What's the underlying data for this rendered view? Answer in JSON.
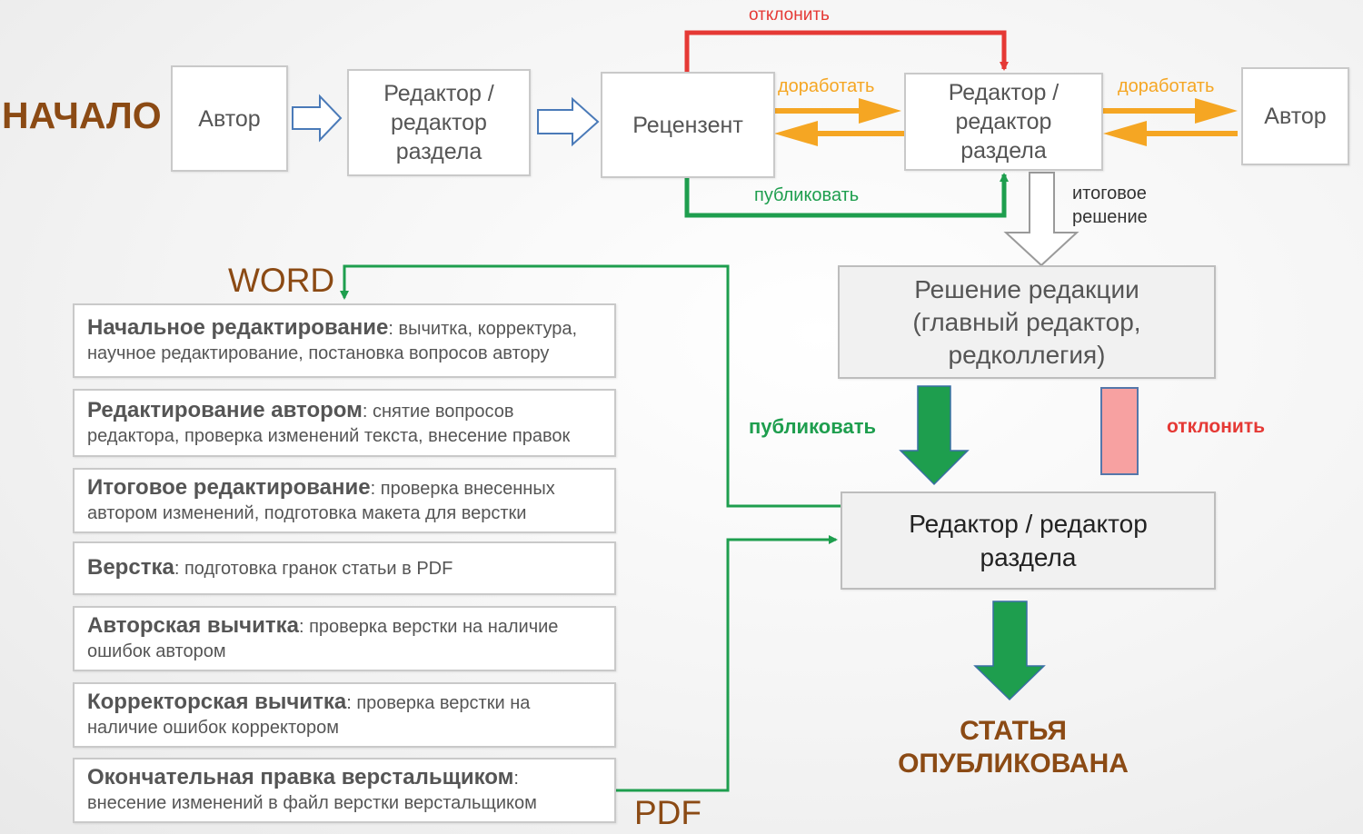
{
  "start_label": "НАЧАЛО",
  "nodes": {
    "author_1": "Автор",
    "editor_1": "Редактор /\nредактор\nраздела",
    "reviewer": "Рецензент",
    "editor_2": "Редактор /\nредактор\nраздела",
    "author_2": "Автор",
    "decision": "Решение редакции\n(главный редактор,\nредколлегия)",
    "editor_3": "Редактор / редактор\nраздела"
  },
  "edges": {
    "reject_top": "отклонить",
    "revise_1": "доработать",
    "revise_2": "доработать",
    "publish_top": "публиковать",
    "final_decision": "итоговое\nрешение",
    "publish_mid": "публиковать",
    "reject_mid": "отклонить"
  },
  "formats": {
    "word": "WORD",
    "pdf": "PDF"
  },
  "steps": [
    {
      "title": "Начальное редактирование",
      "desc": "вычитка, корректура, научное редактирование, постановка вопросов автору"
    },
    {
      "title": "Редактирование автором",
      "desc": "снятие вопросов редактора, проверка изменений текста, внесение правок"
    },
    {
      "title": "Итоговое редактирование",
      "desc": "проверка внесенных автором изменений, подготовка макета для верстки"
    },
    {
      "title": "Верстка",
      "desc": "подготовка гранок статьи в PDF"
    },
    {
      "title": "Авторская вычитка",
      "desc": "проверка верстки на наличие ошибок автором"
    },
    {
      "title": "Корректорская вычитка",
      "desc": "проверка верстки на наличие ошибок корректором"
    },
    {
      "title": "Окончательная правка верстальщиком",
      "desc": "внесение изменений в файл верстки верстальщиком"
    }
  ],
  "final_label": "СТАТЬЯ\nОПУБЛИКОВАНА",
  "colors": {
    "reject": "#e53935",
    "revise": "#f5a623",
    "publish": "#1e9e4e",
    "accent_brown": "#8b4a14",
    "outline_arrow": "#4a7ab8",
    "reject_block": "#f7a1a1"
  }
}
